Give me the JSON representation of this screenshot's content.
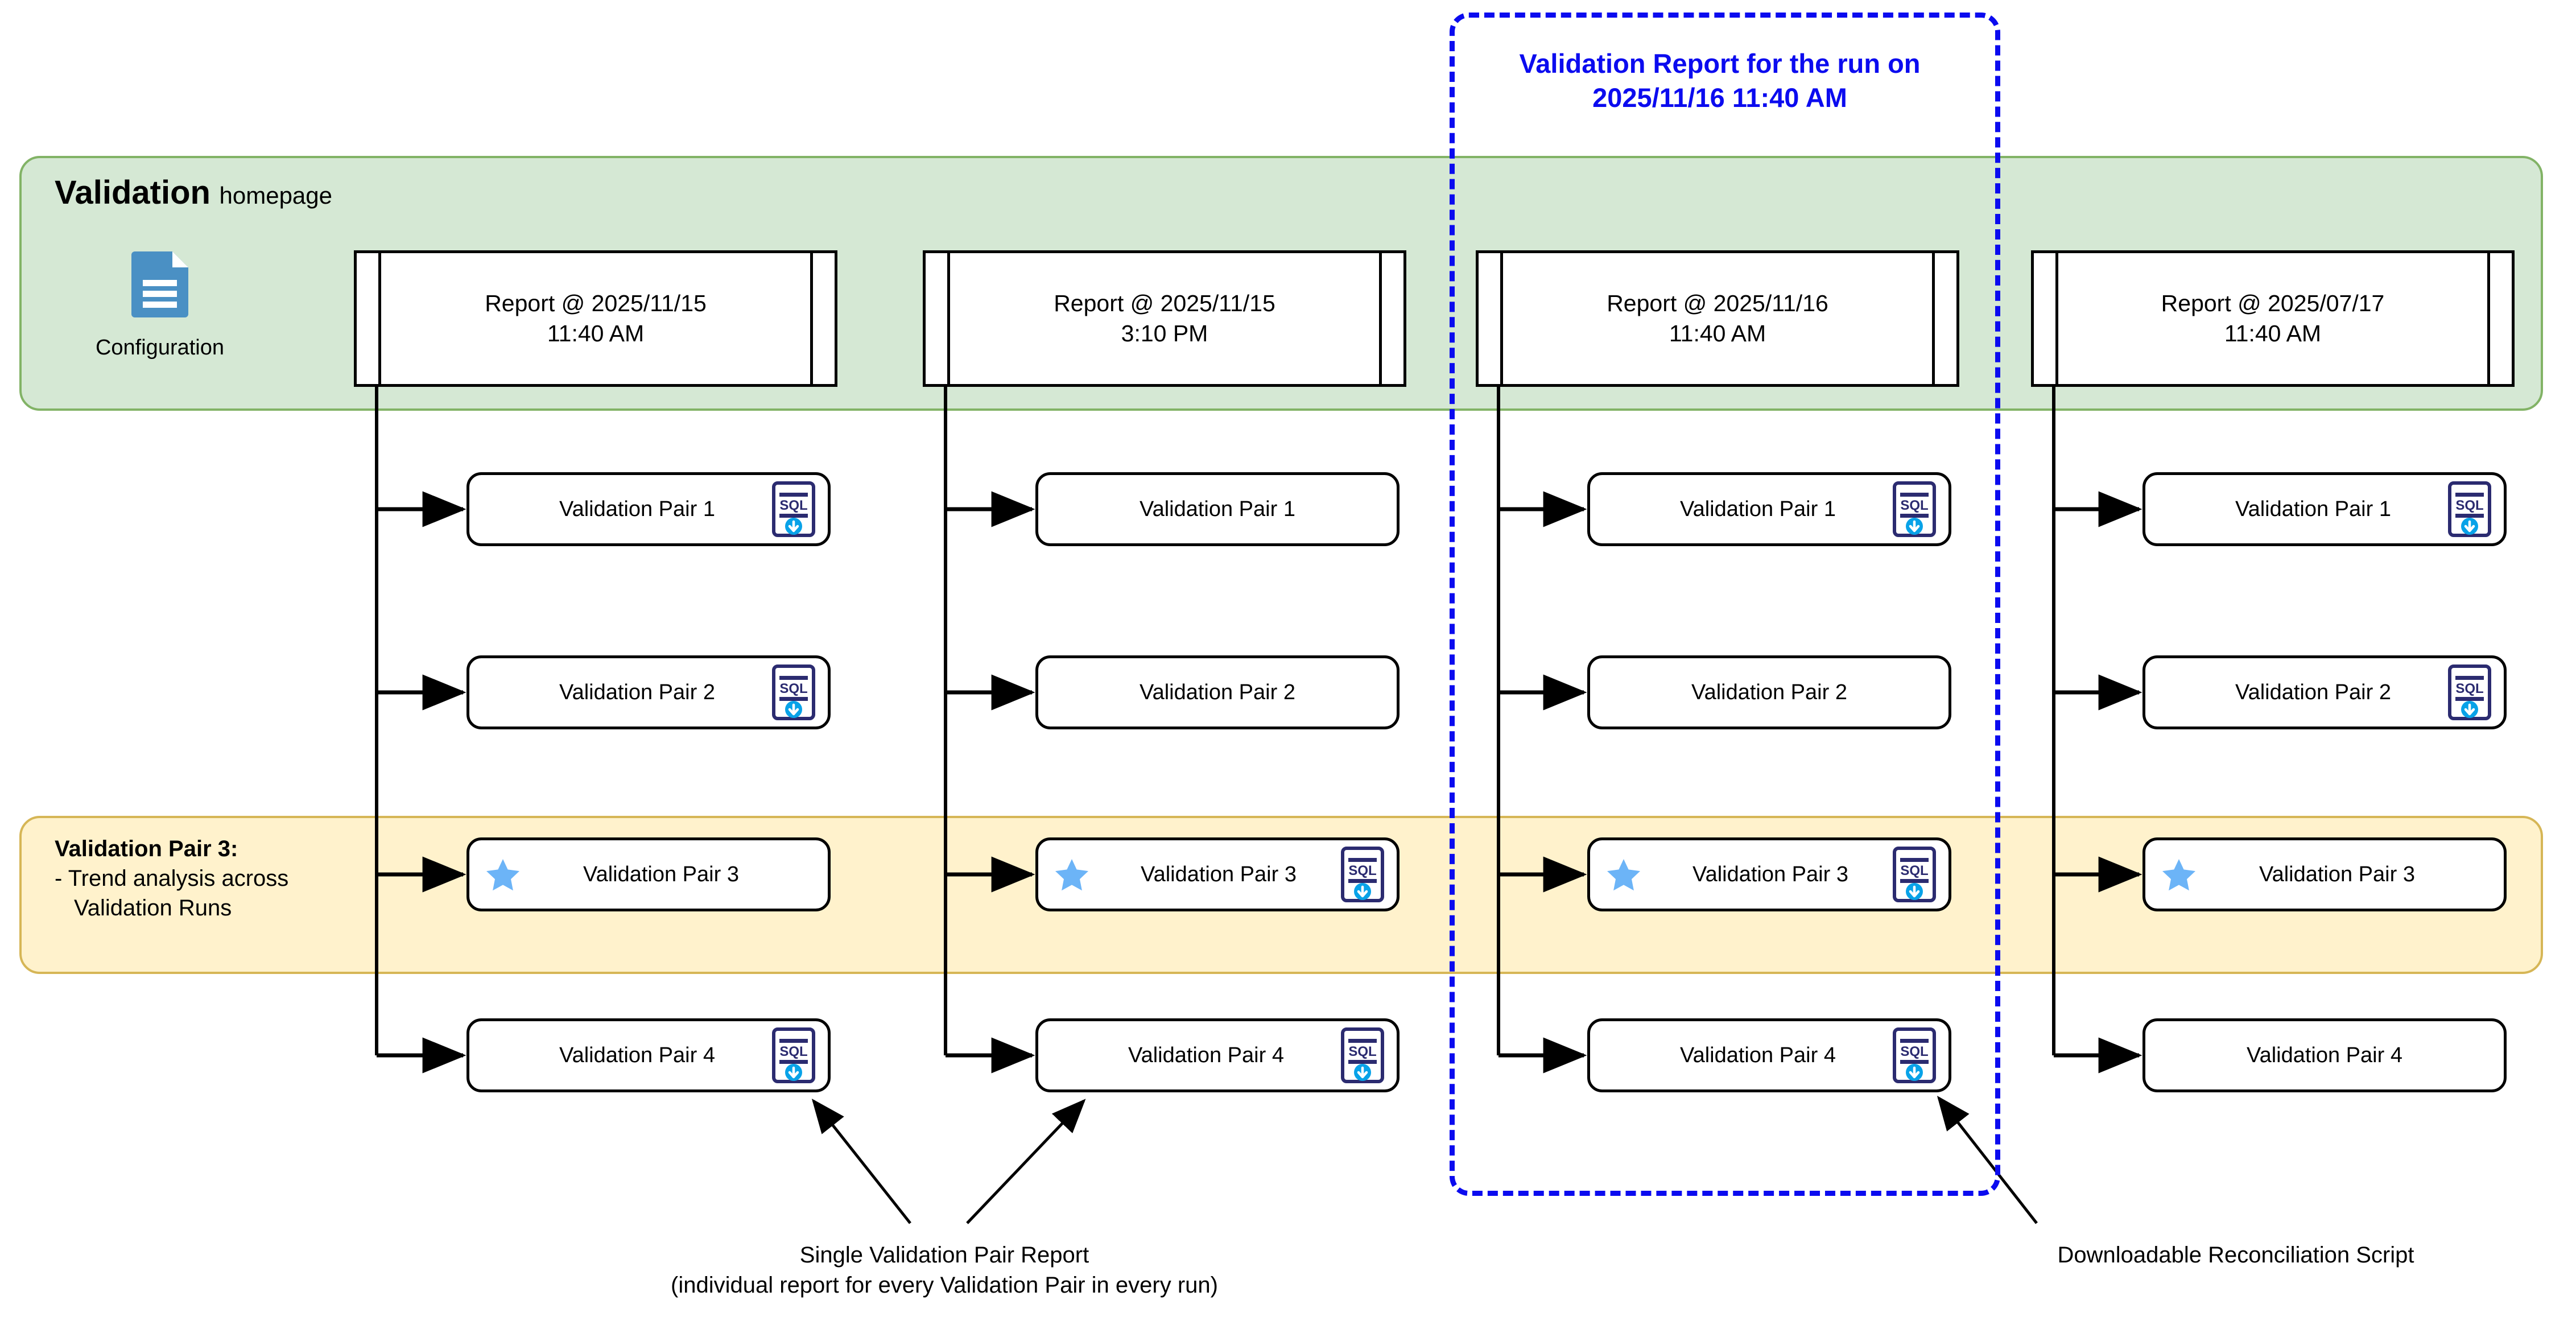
{
  "homepage_band": {
    "title_bold": "Validation",
    "title_rest": "homepage",
    "accent_color": "#82b366",
    "fill_color": "#d5e8d4"
  },
  "configuration": {
    "label": "Configuration",
    "icon": "configuration-document-icon",
    "icon_color": "#4a90c4"
  },
  "highlight_box": {
    "label_line1": "Validation Report for the run on",
    "label_line2": "2025/11/16 11:40 AM",
    "color": "#0b0bef",
    "style": "dashed"
  },
  "trend_band": {
    "title": "Validation Pair 3:",
    "line1": "- Trend analysis across",
    "line2": "Validation Runs",
    "accent_color": "#d6b656",
    "fill_color": "#fff2cc"
  },
  "icons": {
    "sql": "sql-download-script-icon",
    "star": "star-icon",
    "sql_color": "#2b2b70",
    "sql_arrow_color": "#08a2e8",
    "star_color": "#6cb4f7"
  },
  "annotations": [
    {
      "id": "single-pair-report",
      "line1": "Single Validation Pair Report",
      "line2": "(individual report for every Validation Pair in every run)"
    },
    {
      "id": "download-script",
      "line1": "Downloadable Reconciliation Script",
      "line2": ""
    }
  ],
  "columns": [
    {
      "report_line1": "Report @ 2025/11/15",
      "report_line2": "11:40 AM",
      "highlighted": false,
      "pairs": [
        {
          "label": "Validation Pair 1",
          "sql": true,
          "star": false
        },
        {
          "label": "Validation Pair 2",
          "sql": true,
          "star": false
        },
        {
          "label": "Validation Pair 3",
          "sql": false,
          "star": true
        },
        {
          "label": "Validation Pair 4",
          "sql": true,
          "star": false
        }
      ]
    },
    {
      "report_line1": "Report @ 2025/11/15",
      "report_line2": "3:10 PM",
      "highlighted": false,
      "pairs": [
        {
          "label": "Validation Pair 1",
          "sql": false,
          "star": false
        },
        {
          "label": "Validation Pair 2",
          "sql": false,
          "star": false
        },
        {
          "label": "Validation Pair 3",
          "sql": true,
          "star": true
        },
        {
          "label": "Validation Pair 4",
          "sql": true,
          "star": false
        }
      ]
    },
    {
      "report_line1": "Report @ 2025/11/16",
      "report_line2": "11:40 AM",
      "highlighted": true,
      "pairs": [
        {
          "label": "Validation Pair 1",
          "sql": true,
          "star": false
        },
        {
          "label": "Validation Pair 2",
          "sql": false,
          "star": false
        },
        {
          "label": "Validation Pair 3",
          "sql": true,
          "star": true
        },
        {
          "label": "Validation Pair 4",
          "sql": true,
          "star": false
        }
      ]
    },
    {
      "report_line1": "Report @ 2025/07/17",
      "report_line2": "11:40 AM",
      "highlighted": false,
      "pairs": [
        {
          "label": "Validation Pair 1",
          "sql": true,
          "star": false
        },
        {
          "label": "Validation Pair 2",
          "sql": true,
          "star": false
        },
        {
          "label": "Validation Pair 3",
          "sql": false,
          "star": true
        },
        {
          "label": "Validation Pair 4",
          "sql": false,
          "star": false
        }
      ]
    }
  ]
}
